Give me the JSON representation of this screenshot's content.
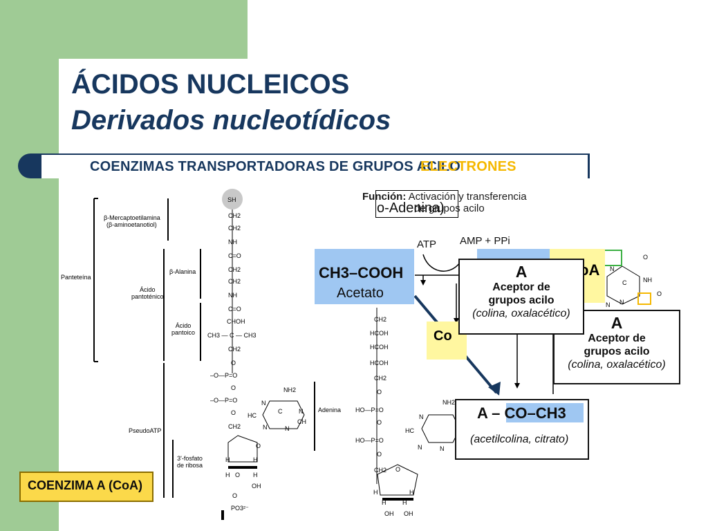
{
  "title": "ÁCIDOS NUCLEICOS",
  "subtitle": "Derivados nucleotídicos",
  "banner": {
    "text_main": "COENZIMAS TRANSPORTADORAS DE GRUPOS ACILO",
    "text_overlap": "ELECTRONES"
  },
  "funcion": {
    "label": "Función:",
    "line1": "Activación y transferencia",
    "line2": "de grupos acilo"
  },
  "overlap_text": "o-Adenina)",
  "reaction": {
    "atp": "ATP",
    "amp": "AMP + PPi",
    "acetate_formula": "CH3–COOH",
    "acetate_name": "Acetato",
    "coa_fragment": "Co",
    "oa_fragment": "oA",
    "acceptor_a": "A",
    "acceptor_line1": "Aceptor de",
    "acceptor_line2": "grupos acilo",
    "acceptor_examples": "(colina, oxalacético)",
    "product_formula": "A – CO–CH3",
    "product_examples": "(acetilcolina, citrato)"
  },
  "coa_structure": {
    "labels": {
      "mercapto": "β-Mercaptoetilamina",
      "mercapto2": "(β-aminoetanotiol)",
      "panteteina": "Panteteína",
      "alanina": "β-Alanina",
      "acido_pantotenico": "Ácido",
      "acido_pantotenico2": "pantoténico",
      "acido_pantoico": "Ácido",
      "acido_pantoico2": "pantoico",
      "adenina": "Adenina",
      "pseudoatp": "PseudoATP",
      "fosfato": "3'-fosfato",
      "fosfato2": "de ribosa"
    }
  },
  "coa_label": "COENZIMA A (CoA)",
  "colors": {
    "green": "#9fcb95",
    "navy": "#17375e",
    "blue_box": "#9fc7f2",
    "yellow_box": "#fff7a0",
    "coa_yellow": "#fbd94a"
  }
}
